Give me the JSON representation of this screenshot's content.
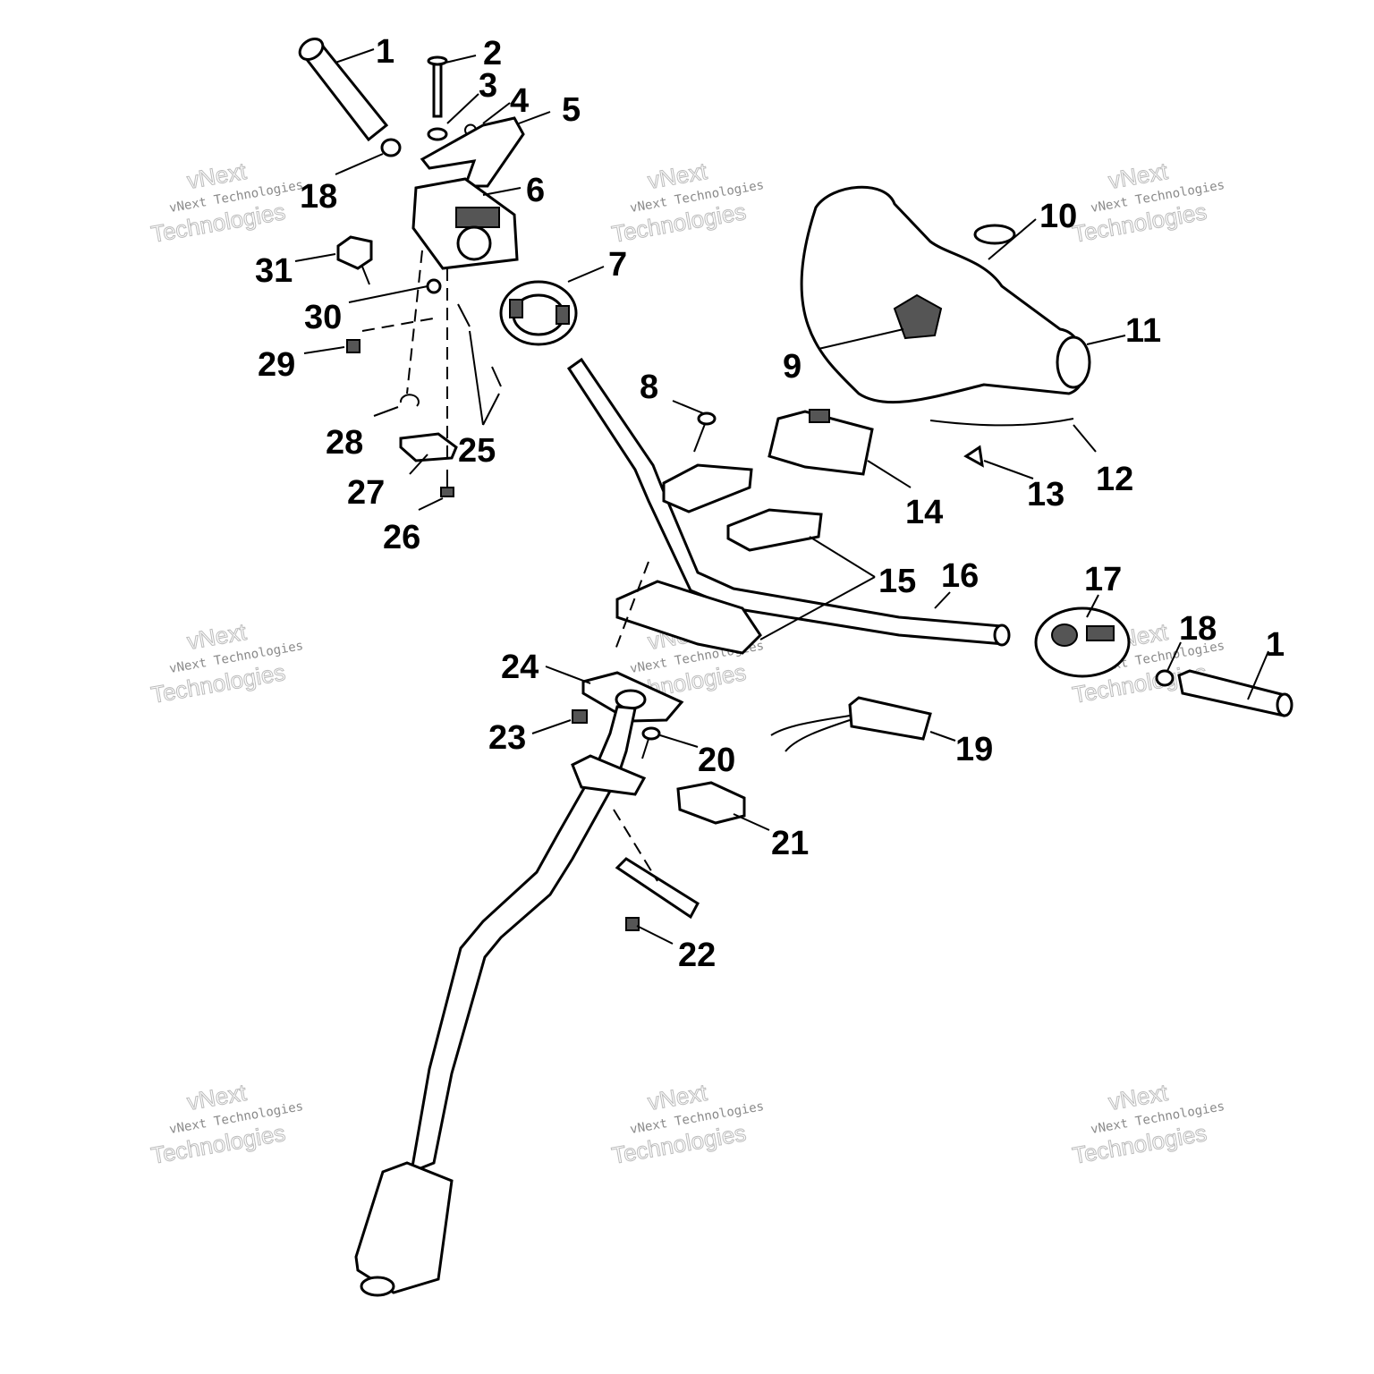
{
  "labels": {
    "p1a": "1",
    "p2": "2",
    "p3": "3",
    "p4": "4",
    "p5": "5",
    "p18a": "18",
    "p6": "6",
    "p31": "31",
    "p30": "30",
    "p29": "29",
    "p28": "28",
    "p27": "27",
    "p26": "26",
    "p25": "25",
    "p7": "7",
    "p8": "8",
    "p9": "9",
    "p10": "10",
    "p11": "11",
    "p12": "12",
    "p13": "13",
    "p14": "14",
    "p15": "15",
    "p16": "16",
    "p17": "17",
    "p18b": "18",
    "p1b": "1",
    "p19": "19",
    "p20": "20",
    "p21": "21",
    "p22": "22",
    "p23": "23",
    "p24": "24"
  },
  "watermark": {
    "line1": "vNext Technologies",
    "line2": "vNext",
    "line3": "Technologies"
  }
}
